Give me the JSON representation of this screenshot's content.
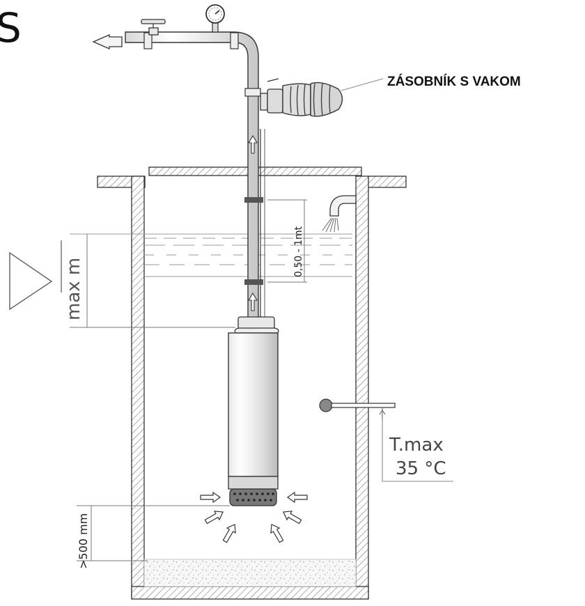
{
  "corner_glyph": "S",
  "labels": {
    "tank": "ZÁSOBNÍK S VAKOM",
    "water_level": "max m",
    "gap": "0,50 - 1mt",
    "bottom_clearance": ">500 mm",
    "temp_label": "T.max",
    "temp_value": "35 °C"
  },
  "colors": {
    "line": "#333333",
    "hatch": "#777777",
    "water": "#9a9a9a",
    "sediment": "#bdbdbd",
    "pipe_band": "#555555"
  },
  "icons": [
    "outlet-arrow-icon",
    "pressure-gauge-icon",
    "valve-icon",
    "thermometer-icon",
    "flow-arrow-icon"
  ]
}
